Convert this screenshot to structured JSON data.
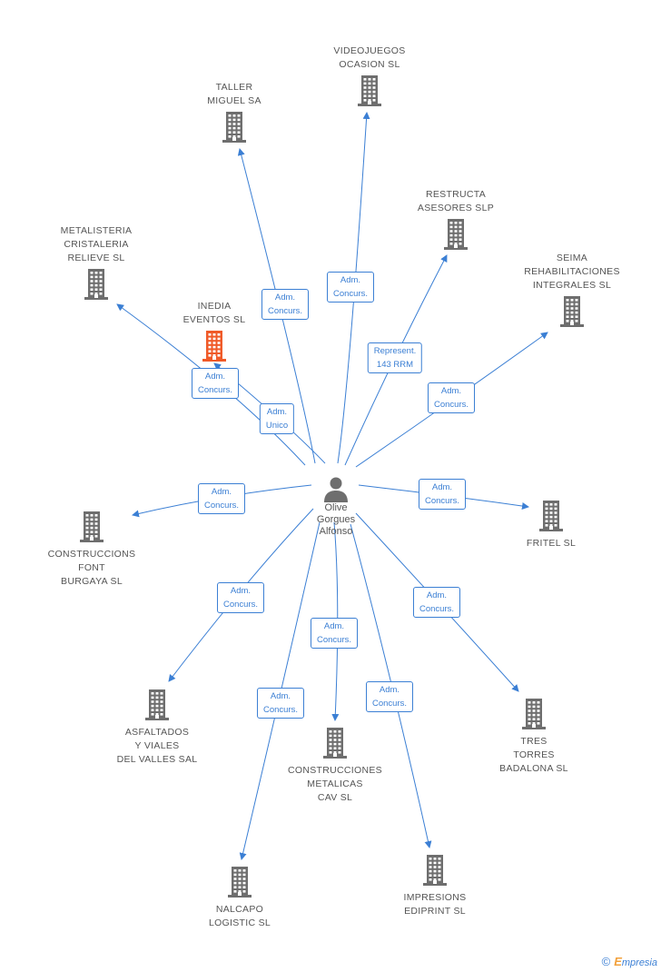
{
  "center": {
    "name": "Olive\nGorgues\nAlfonso",
    "icon": "person-icon"
  },
  "companies": [
    {
      "id": "videojuegos",
      "name": "VIDEOJUEGOS\nOCASION SL",
      "highlight": false
    },
    {
      "id": "taller",
      "name": "TALLER\nMIGUEL SA",
      "highlight": false
    },
    {
      "id": "restructa",
      "name": "RESTRUCTA\nASESORES SLP",
      "highlight": false
    },
    {
      "id": "metalisteria",
      "name": "METALISTERIA\nCRISTALERIA\nRELIEVE SL",
      "highlight": false
    },
    {
      "id": "seima",
      "name": "SEIMA\nREHABILITACIONES\nINTEGRALES SL",
      "highlight": false
    },
    {
      "id": "inedia",
      "name": "INEDIA\nEVENTOS SL",
      "highlight": true
    },
    {
      "id": "construccions_font",
      "name": "CONSTRUCCIONS\nFONT\nBURGAYA SL",
      "highlight": false
    },
    {
      "id": "fritel",
      "name": "FRITEL SL",
      "highlight": false
    },
    {
      "id": "asfaltados",
      "name": "ASFALTADOS\nY VIALES\nDEL VALLES SAL",
      "highlight": false
    },
    {
      "id": "tres_torres",
      "name": "TRES\nTORRES\nBADALONA SL",
      "highlight": false
    },
    {
      "id": "construcciones_metalicas",
      "name": "CONSTRUCCIONES\nMETALICAS\nCAV SL",
      "highlight": false
    },
    {
      "id": "impresions",
      "name": "IMPRESIONS\nEDIPRINT SL",
      "highlight": false
    },
    {
      "id": "nalcapo",
      "name": "NALCAPO\nLOGISTIC SL",
      "highlight": false
    }
  ],
  "relations": [
    {
      "target": "taller",
      "label": "Adm.\nConcurs."
    },
    {
      "target": "videojuegos",
      "label": "Adm.\nConcurs."
    },
    {
      "target": "restructa",
      "label": "Represent.\n143 RRM"
    },
    {
      "target": "seima",
      "label": "Adm.\nConcurs."
    },
    {
      "target": "metalisteria",
      "label": "Adm.\nConcurs."
    },
    {
      "target": "inedia",
      "label": "Adm.\nUnico"
    },
    {
      "target": "construccions_font",
      "label": "Adm.\nConcurs."
    },
    {
      "target": "fritel",
      "label": "Adm.\nConcurs."
    },
    {
      "target": "asfaltados",
      "label": "Adm.\nConcurs."
    },
    {
      "target": "construcciones_metalicas",
      "label": "Adm.\nConcurs."
    },
    {
      "target": "tres_torres",
      "label": "Adm.\nConcurs."
    },
    {
      "target": "nalcapo",
      "label": "Adm.\nConcurs."
    },
    {
      "target": "impresions",
      "label": "Adm.\nConcurs."
    }
  ],
  "colors": {
    "edge": "#3b7fd4",
    "building": "#6e6e6e",
    "highlight": "#f05a28",
    "person": "#6e6e6e"
  },
  "footer": {
    "copyright": "©",
    "brand_initial": "E",
    "brand_rest": "mpresia"
  }
}
